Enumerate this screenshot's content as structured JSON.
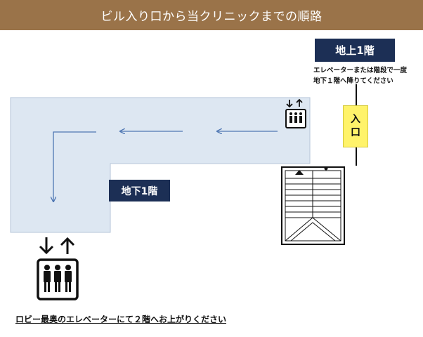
{
  "title": "ビル入り口から当クリニックまでの順路",
  "labels": {
    "ground_floor": "地上1階",
    "basement_floor": "地下1階"
  },
  "notes": {
    "elevator_or_stairs": [
      "エレベーターまたは階段で一度",
      "地下１階へ降りてください"
    ],
    "lobby_elevator": "ロビー最奥のエレベーターにて２階へお上がりください"
  },
  "entrance": [
    "入",
    "口"
  ],
  "icons": [
    "elevator-icon",
    "stairs-icon",
    "arrow-left-icon",
    "arrow-down-icon"
  ],
  "colors": {
    "title_bar": "#9a7349",
    "floor_area": "#dde7f2",
    "route_arrow": "#4f77b3",
    "label_bg": "#1c2f55",
    "entrance_bg": "#fff36a"
  }
}
